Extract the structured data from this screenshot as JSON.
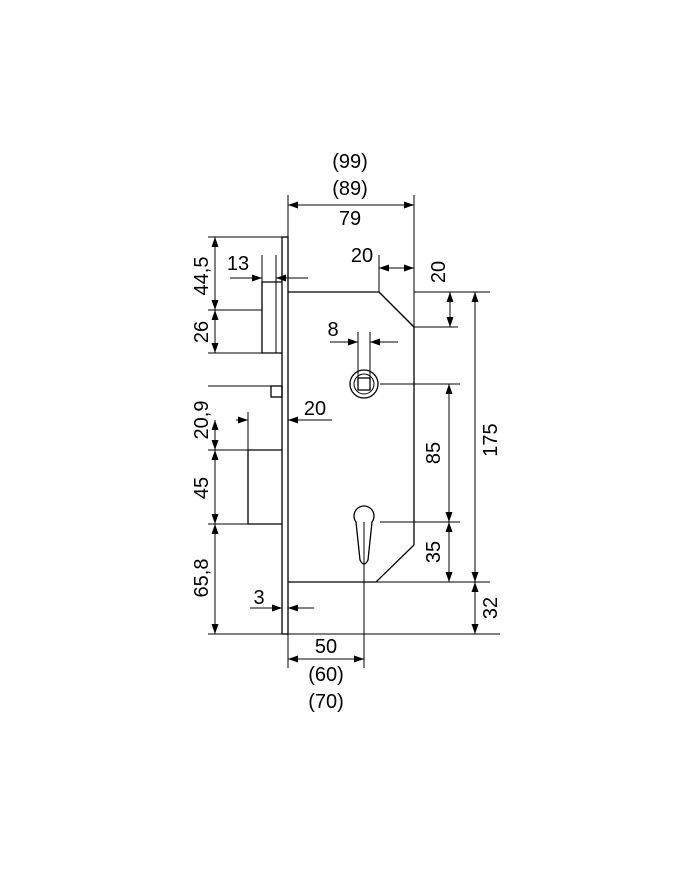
{
  "drawing": {
    "top_width_outer": "(99)",
    "top_width_mid": "(89)",
    "top_width_inner": "79",
    "bolt_top_offset": "44,5",
    "latch_offset": "13",
    "latch_height": "26",
    "corner_chamfer_horizontal": "20",
    "corner_chamfer_vertical": "20",
    "follower_square": "8",
    "deadbolt_top": "20,9",
    "deadbolt_projection": "20",
    "deadbolt_height": "45",
    "bottom_offset": "65,8",
    "faceplate_thickness": "3",
    "backset_inner": "50",
    "backset_mid": "(60)",
    "backset_outer": "(70)",
    "distance_centres": "85",
    "case_height": "175",
    "cylinder_to_bottom": "35",
    "bottom_extension": "32"
  }
}
